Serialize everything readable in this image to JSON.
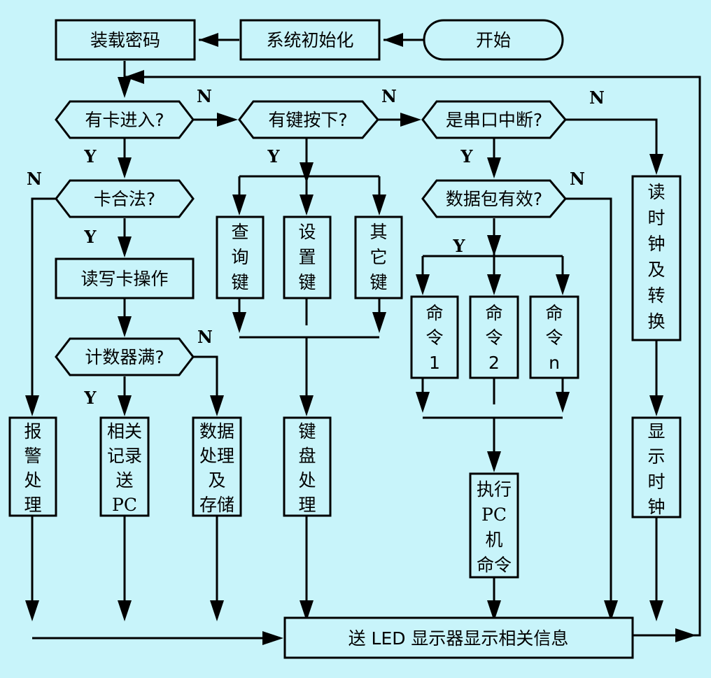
{
  "nodes": {
    "start": "开始",
    "init": "系统初始化",
    "load_password": "装载密码",
    "card_in": "有卡进入?",
    "key_pressed": "有键按下?",
    "serial_irq": "是串口中断?",
    "card_valid": "卡合法?",
    "packet_valid": "数据包有效?",
    "rw_card": "读写卡操作",
    "counter_full": "计数器满?",
    "query_key": [
      "查",
      "询",
      "键"
    ],
    "set_key": [
      "设",
      "置",
      "键"
    ],
    "other_key": [
      "其",
      "它",
      "键"
    ],
    "cmd1": [
      "命",
      "令",
      "1"
    ],
    "cmd2": [
      "命",
      "令",
      "2"
    ],
    "cmdn": [
      "命",
      "令",
      "n"
    ],
    "read_clock": [
      "读",
      "时",
      "钟",
      "及",
      "转",
      "换"
    ],
    "alarm": [
      "报",
      "警",
      "处",
      "理"
    ],
    "send_pc": [
      "相关",
      "记录",
      "送",
      "PC"
    ],
    "data_store": [
      "数据",
      "处理",
      "及",
      "存储"
    ],
    "keyboard_proc": [
      "键",
      "盘",
      "处",
      "理"
    ],
    "exec_pc": [
      "执行",
      "PC",
      "机",
      "命令"
    ],
    "show_clock": [
      "显",
      "示",
      "时",
      "钟"
    ],
    "led_display": "送 LED 显示器显示相关信息"
  },
  "branch_labels": {
    "yes": "Y",
    "no": "N"
  }
}
